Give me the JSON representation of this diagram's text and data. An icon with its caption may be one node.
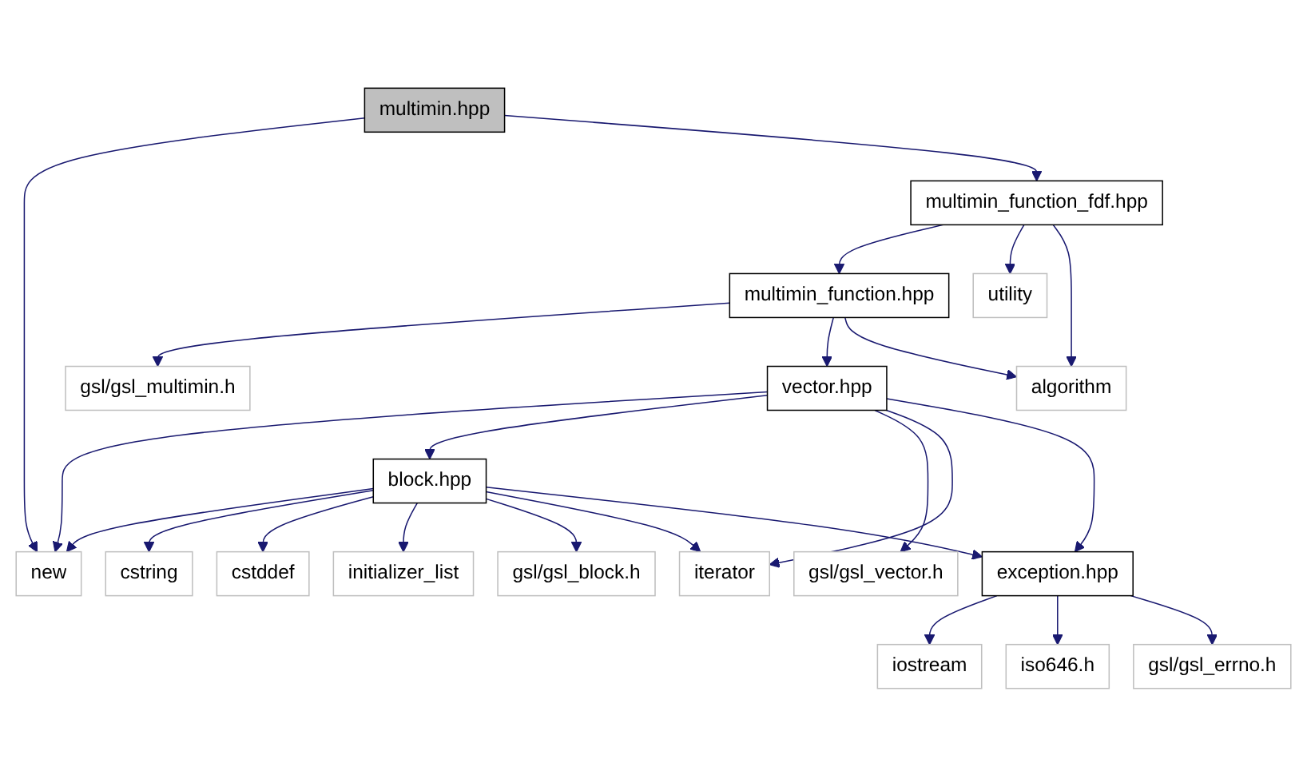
{
  "diagram": {
    "nodes": [
      {
        "text": [
          "multimin.hpp"
        ]
      },
      {
        "text": [
          "multimin_function_fdf.hpp"
        ]
      },
      {
        "text": [
          "multimin_function.hpp"
        ]
      },
      {
        "text": [
          "utility"
        ]
      },
      {
        "text": [
          "gsl/gsl_multimin.h"
        ]
      },
      {
        "text": [
          "vector.hpp"
        ]
      },
      {
        "text": [
          "algorithm"
        ]
      },
      {
        "text": [
          "gsl/gsl_vector.h"
        ]
      },
      {
        "text": [
          "block.hpp"
        ]
      },
      {
        "text": [
          "new"
        ]
      },
      {
        "text": [
          "cstring"
        ]
      },
      {
        "text": [
          "cstddef"
        ]
      },
      {
        "text": [
          "initializer_list"
        ]
      },
      {
        "text": [
          "gsl/gsl_block.h"
        ]
      },
      {
        "text": [
          "iterator"
        ]
      },
      {
        "text": [
          "exception.hpp"
        ]
      },
      {
        "text": [
          "iostream"
        ]
      },
      {
        "text": [
          "iso646.h"
        ]
      },
      {
        "text": [
          "gsl/gsl_errno.h"
        ]
      }
    ],
    "edges": [
      {
        "from": 0,
        "to": 9,
        "arrow": "to"
      },
      {
        "from": 0,
        "to": 1,
        "arrow": "to"
      },
      {
        "from": 1,
        "to": 2,
        "arrow": "to"
      },
      {
        "from": 1,
        "to": 3,
        "arrow": "to"
      },
      {
        "from": 1,
        "to": 6,
        "arrow": "to"
      },
      {
        "from": 2,
        "to": 4,
        "arrow": "to"
      },
      {
        "from": 2,
        "to": 5,
        "arrow": "to"
      },
      {
        "from": 2,
        "to": 6,
        "arrow": "to"
      },
      {
        "from": 5,
        "to": 9,
        "arrow": "to"
      },
      {
        "from": 5,
        "to": 8,
        "arrow": "to"
      },
      {
        "from": 5,
        "to": 7,
        "arrow": "to"
      },
      {
        "from": 5,
        "to": 14,
        "arrow": "to"
      },
      {
        "from": 5,
        "to": 15,
        "arrow": "to"
      },
      {
        "from": 8,
        "to": 9,
        "arrow": "to"
      },
      {
        "from": 8,
        "to": 10,
        "arrow": "to"
      },
      {
        "from": 8,
        "to": 11,
        "arrow": "to"
      },
      {
        "from": 8,
        "to": 12,
        "arrow": "to"
      },
      {
        "from": 8,
        "to": 13,
        "arrow": "to"
      },
      {
        "from": 8,
        "to": 14,
        "arrow": "to"
      },
      {
        "from": 8,
        "to": 15,
        "arrow": "to"
      },
      {
        "from": 15,
        "to": 16,
        "arrow": "to"
      },
      {
        "from": 15,
        "to": 17,
        "arrow": "to"
      },
      {
        "from": 15,
        "to": 18,
        "arrow": "to"
      }
    ]
  }
}
